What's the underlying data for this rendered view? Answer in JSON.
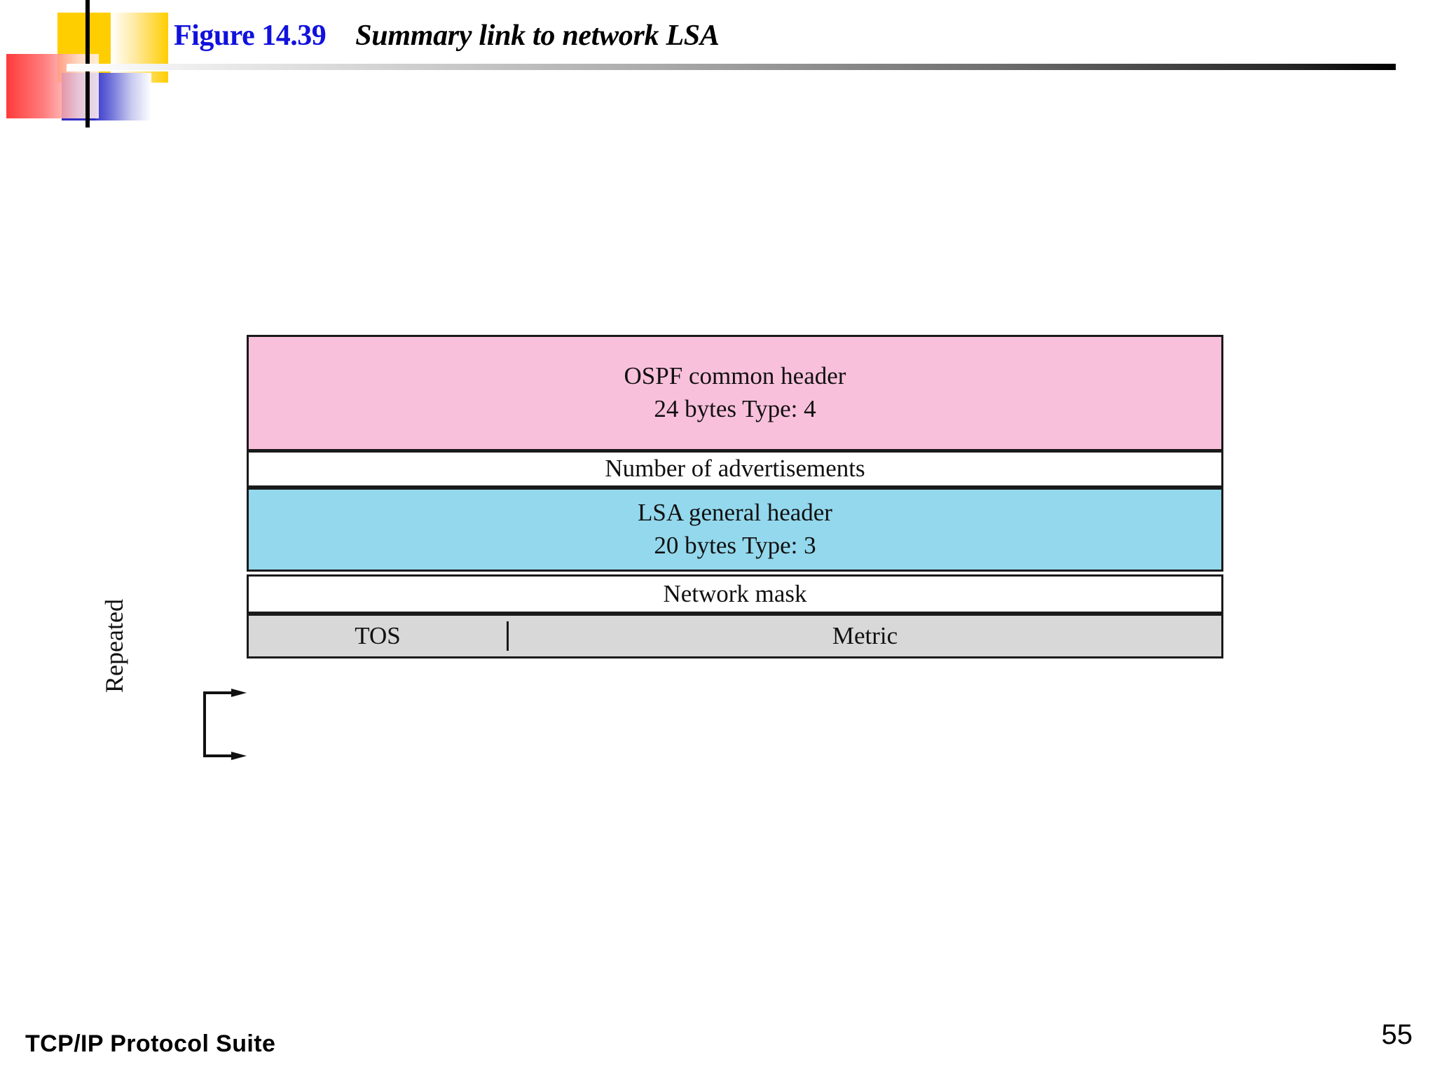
{
  "slide": {
    "title_prefix": "Figure 14.39",
    "title_caption": "Summary link to network LSA",
    "footer": "TCP/IP Protocol Suite",
    "page_number": "55"
  },
  "colors": {
    "title_prefix": "#1111DD",
    "ospf_header_fill": "#F9C0DC",
    "lsa_header_fill": "#93D8ED",
    "plain_field_fill": "#FFFFFF",
    "tos_metric_fill": "#D8D8D8",
    "border": "#1A1A1A"
  },
  "diagram": {
    "name": "summary-link-to-network-lsa-packet-format",
    "annotation": {
      "repeated_label": "Repeated"
    },
    "rows": [
      {
        "id": "ospf-common-header",
        "label": "OSPF common header",
        "sub": "24 bytes     Type: 4",
        "fill": "#F9C0DC"
      },
      {
        "id": "number-of-advertisements",
        "label": "Number of advertisements",
        "sub": "",
        "fill": "#FFFFFF"
      },
      {
        "id": "lsa-general-header",
        "label": "LSA general header",
        "sub": "20 bytes     Type: 3",
        "fill": "#93D8ED"
      },
      {
        "id": "network-mask",
        "label": "Network mask",
        "sub": "",
        "fill": "#FFFFFF"
      }
    ],
    "split_row": {
      "id": "tos-metric",
      "fill": "#D8D8D8",
      "cells": [
        {
          "id": "tos",
          "label": "TOS"
        },
        {
          "id": "metric",
          "label": "Metric"
        }
      ]
    }
  }
}
